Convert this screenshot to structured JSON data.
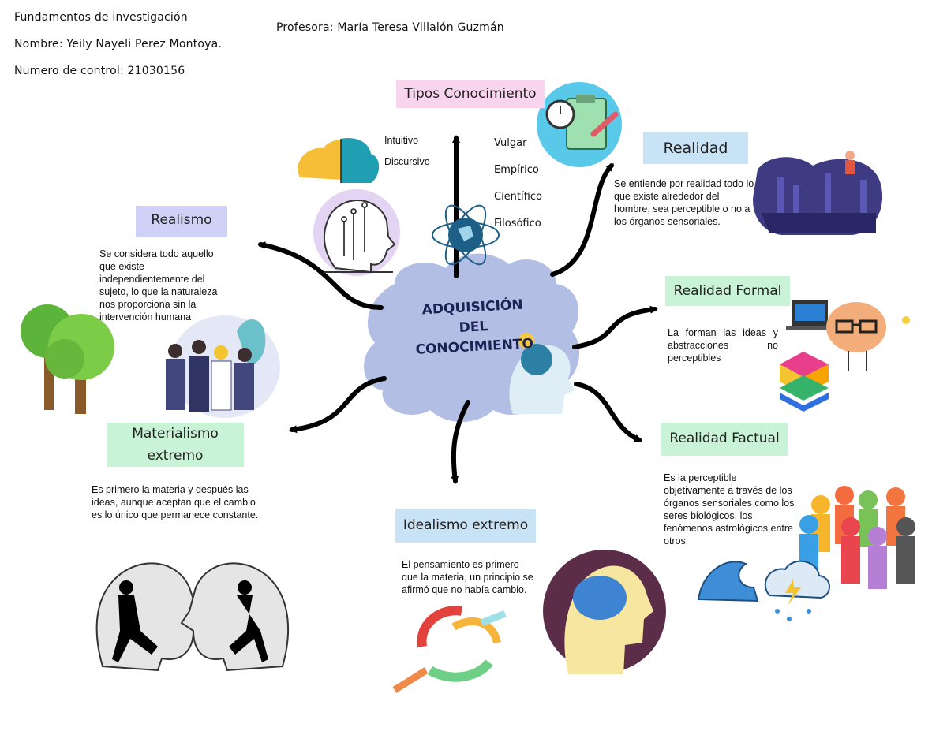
{
  "header": {
    "course": "Fundamentos de investigación",
    "name": "Nombre: Yeily Nayeli Perez Montoya.",
    "control": "Numero de control: 21030156",
    "teacher": "Profesora: María Teresa Villalón Guzmán"
  },
  "center": {
    "line1": "ADQUISICIÓN DEL",
    "line2": "CONOCIMIENTO"
  },
  "tipos": {
    "title": "Tipos Conocimiento",
    "left_items": [
      "Intuitivo",
      "Discursivo"
    ],
    "right_items": [
      "Vulgar",
      "Empírico",
      "Científico",
      "Filosófico"
    ]
  },
  "realidad": {
    "title": "Realidad",
    "text": "Se entiende por realidad todo lo que existe alrededor del hombre, sea perceptible o no a los órganos sensoriales."
  },
  "realismo": {
    "title": "Realismo",
    "text": "Se considera todo aquello que existe independientemente del sujeto, lo que la naturaleza nos proporciona sin la intervención humana"
  },
  "formal": {
    "title": "Realidad Formal",
    "text": "La forman las ideas y abstracciones no perceptibles"
  },
  "materialismo": {
    "title_line1": "Materialismo",
    "title_line2": "extremo",
    "text": "Es primero la materia y después las ideas, aunque aceptan que el cambio es lo único que permanece constante."
  },
  "factual": {
    "title": "Realidad Factual",
    "text": "Es la perceptible objetivamente a través de los órganos sensoriales como los seres biológicos, los fenómenos astrológicos entre otros."
  },
  "idealismo": {
    "title": "Idealismo extremo",
    "text": "El pensamiento es primero que la materia, un principio se afirmó que no había cambio."
  },
  "colors": {
    "pink": "#f9d4ee",
    "blue": "#c9e3f6",
    "lavender": "#cfd2f6",
    "green": "#c9f3d6",
    "cloud": "#b3bee4",
    "arrow": "#000000"
  }
}
